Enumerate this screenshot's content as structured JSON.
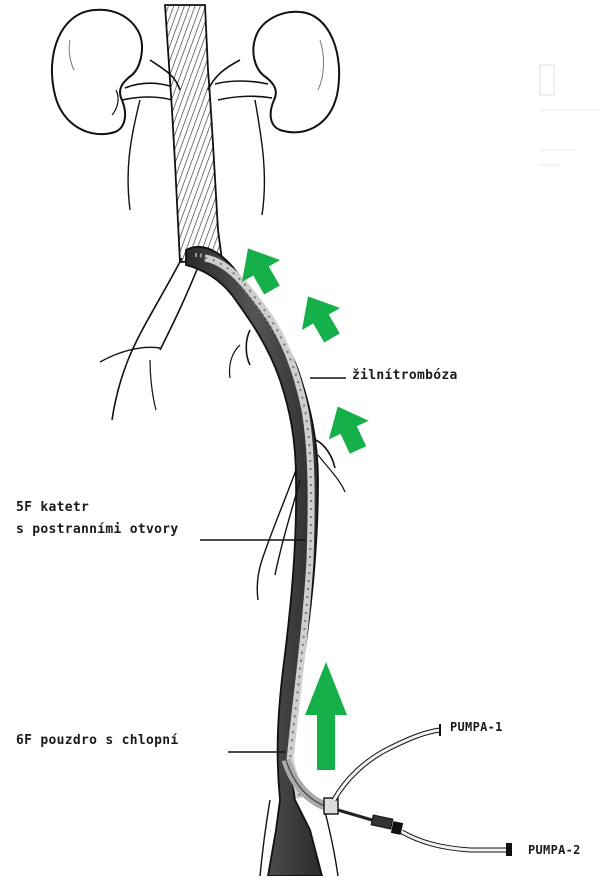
{
  "labels": {
    "thrombosis": "žilnítrombóza",
    "catheter_line1": "5F katetr",
    "catheter_line2": "s postranními otvory",
    "sheath": "6F pouzdro s chlopní",
    "pump1": "PUMPA-1",
    "pump2": "PUMPA-2"
  },
  "colors": {
    "arrow": "#16b04a",
    "ink": "#1a1a1a",
    "thrombus": "#4a4a4a",
    "background": "#ffffff"
  },
  "icons": {
    "flow_arrow": "arrow-up-icon",
    "kidney": "kidney-icon"
  }
}
